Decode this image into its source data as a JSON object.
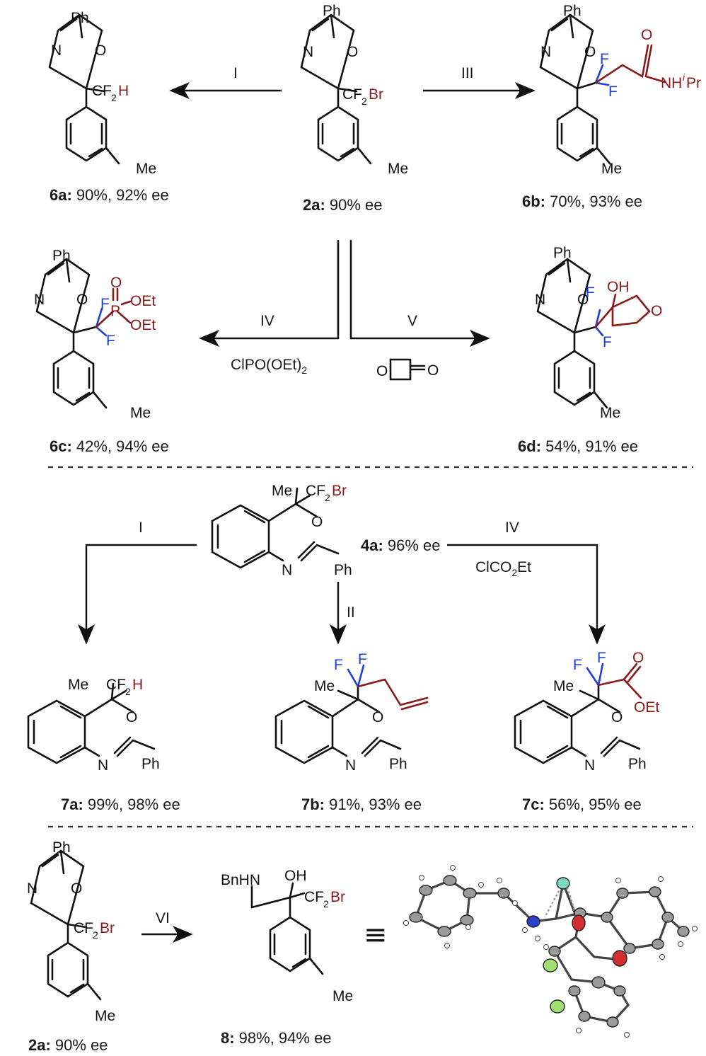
{
  "reagents": {
    "I": "I",
    "III": "III",
    "IV": "IV",
    "IV_sub": "ClPO(OEt)",
    "IV_sub2": "2",
    "V": "V",
    "I_b": "I",
    "II": "II",
    "IV_b": "IV",
    "IVb_sub": "ClCO",
    "IVb_sub2": "2",
    "IVb_sub3": "Et",
    "VI": "VI",
    "equiv": "≡"
  },
  "atoms": {
    "Ph": "Ph",
    "N": "N",
    "O": "O",
    "Me": "Me",
    "F": "F",
    "Br": "Br",
    "CF": "CF",
    "two": "2",
    "H": "H",
    "OH": "OH",
    "OEt": "OEt",
    "P": "P",
    "NH": "NH",
    "i": "i",
    "Pr": "Pr",
    "BnHN": "BnHN"
  },
  "captions": {
    "c6a_id": "6a:",
    "c6a": " 90%, 92% ee",
    "c2a_id": "2a:",
    "c2a": " 90% ee",
    "c6b_id": "6b:",
    "c6b": " 70%, 93% ee",
    "c6c_id": "6c:",
    "c6c": " 42%, 94% ee",
    "c6d_id": "6d:",
    "c6d": " 54%, 91% ee",
    "c4a_id": "4a:",
    "c4a": " 96% ee",
    "c7a_id": "7a:",
    "c7a": " 99%, 98% ee",
    "c7b_id": "7b:",
    "c7b": " 91%, 93% ee",
    "c7c_id": "7c:",
    "c7c": " 56%, 95% ee",
    "c2a2_id": "2a:",
    "c2a2": " 90% ee",
    "c8_id": "8:",
    "c8": " 98%, 94% ee"
  },
  "colors": {
    "red": "#8b1a1a",
    "blue": "#1f3fd6",
    "black": "#111111"
  }
}
